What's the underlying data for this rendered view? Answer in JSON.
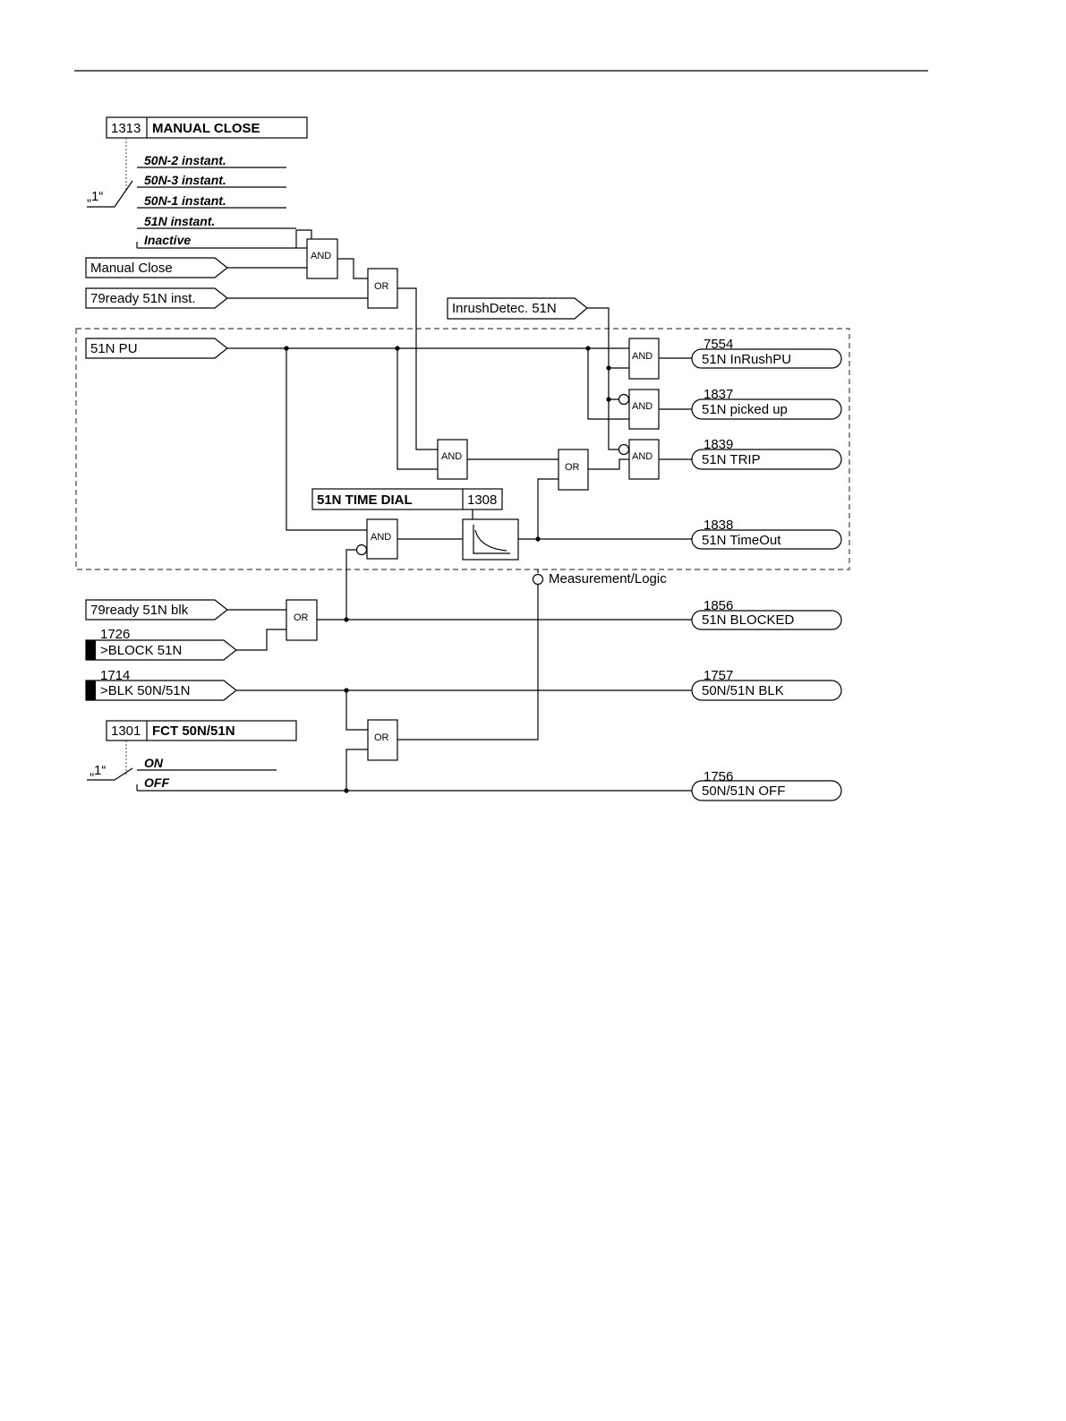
{
  "manual_close_param": {
    "number": "1313",
    "title": "MANUAL CLOSE"
  },
  "manual_close_options": [
    "50N-2 instant.",
    "50N-3 instant.",
    "50N-1 instant.",
    "51N instant.",
    "Inactive"
  ],
  "one_signal": "„1“",
  "inputs": {
    "manual_close": "Manual Close",
    "ready_inst": "79ready 51N inst.",
    "inrush": "InrushDetec. 51N",
    "pu": "51N PU",
    "ready_blk": "79ready 51N blk",
    "block_num": "1726",
    "block": ">BLOCK 51N",
    "blk_num": "1714",
    "blk": ">BLK 50N/51N"
  },
  "gates": {
    "and": "AND",
    "or": "OR"
  },
  "time_dial": {
    "title": "51N TIME DIAL",
    "number": "1308"
  },
  "measurement_logic": "Measurement/Logic",
  "fct_param": {
    "number": "1301",
    "title": "FCT 50N/51N"
  },
  "fct_options": [
    "ON",
    "OFF"
  ],
  "outputs": [
    {
      "num": "7554",
      "label": "51N InRushPU"
    },
    {
      "num": "1837",
      "label": "51N picked up"
    },
    {
      "num": "1839",
      "label": "51N TRIP"
    },
    {
      "num": "1838",
      "label": "51N TimeOut"
    },
    {
      "num": "1856",
      "label": "51N BLOCKED"
    },
    {
      "num": "1757",
      "label": "50N/51N BLK"
    },
    {
      "num": "1756",
      "label": "50N/51N OFF"
    }
  ]
}
